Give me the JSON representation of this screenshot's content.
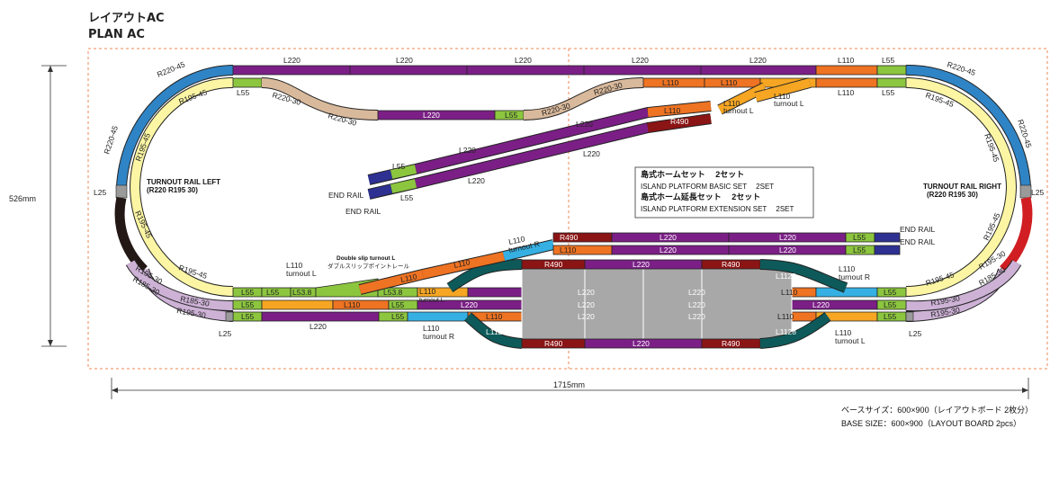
{
  "title": {
    "jp": "レイアウトAC",
    "en": "PLAN  AC"
  },
  "dimensions": {
    "height": "526mm",
    "width": "1715mm"
  },
  "legend": {
    "line1": "島式ホームセット　 2セット",
    "line2": "ISLAND  PLATFORM  BASIC  SET　 2SET",
    "line3": "島式ホーム延長セット　 2セット",
    "line4": "ISLAND  PLATFORM  EXTENSION  SET　 2SET"
  },
  "base_size": {
    "jp": "ベースサイズ：600×900（レイアウトボード 2枚分）",
    "en": "BASE SIZE：600×900（LAYOUT BOARD 2pcs）"
  },
  "labels": {
    "l220": "L220",
    "l110": "L110",
    "l55": "L55",
    "l25": "L25",
    "l53": "L53.8",
    "r220_45": "R220-45",
    "r195_45": "R195-45",
    "r220_30": "R220-30",
    "r185_30": "R185-30",
    "r195_30": "R195-30",
    "r490": "R490",
    "l1128": "L1128",
    "turnout_l": "turnout L",
    "turnout_r": "turnout R",
    "end_rail": "END RAIL",
    "turnout_left_1": "TURNOUT RAIL LEFT",
    "turnout_left_2": "(R220 R195 30)",
    "turnout_right_1": "TURNOUT RAIL RIGHT",
    "turnout_right_2": "(R220 R195 30)",
    "double_slip_1": "Double slip turnout L",
    "double_slip_2": "ダブルスリップポイントレール"
  },
  "colors": {
    "l220": "#7b1f86",
    "l110": "#ee7322",
    "l55": "#8cc63f",
    "r220_45": "#2f84c5",
    "r195_45": "#fcf6a4",
    "r220_30": "#d9b99b",
    "r185_30": "#cdb2d6",
    "r490": "#8b1414",
    "l1128": "#0e5a5a",
    "turnout_l": "#f6a623",
    "turnout_r": "#36b0e3",
    "l25": "#9a9a9a",
    "end_rail": "#2e3192",
    "turnout_rail_left": "#231815",
    "turnout_rail_right": "#d01e22",
    "platform": "#a8a8a8",
    "outline": "#ee8a55"
  }
}
